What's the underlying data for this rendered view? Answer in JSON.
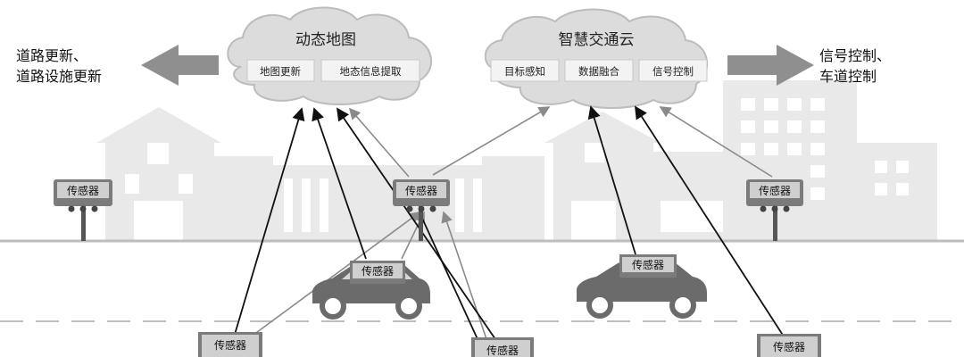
{
  "clouds": {
    "left": {
      "title": "动态地图",
      "chips": [
        "地图更新",
        "地态信息提取"
      ]
    },
    "right": {
      "title": "智慧交通云",
      "chips": [
        "目标感知",
        "数据融合",
        "信号控制"
      ]
    }
  },
  "side_labels": {
    "left_line1": "道路更新、",
    "left_line2": "道路设施更新",
    "right_line1": "信号控制、",
    "right_line2": "车道控制"
  },
  "sensor_label": "传感器",
  "colors": {
    "cloud_fill": "#dcdcdc",
    "cloud_stroke": "#bcbcbc",
    "building": "#e9e9e9",
    "sensor_box": "#7b7b7b",
    "car": "#6b6b6b",
    "arrow_dark": "#111111",
    "arrow_light": "#8a8a8a",
    "road_line": "#bdbdbd",
    "side_arrow": "#8f8f8f"
  }
}
